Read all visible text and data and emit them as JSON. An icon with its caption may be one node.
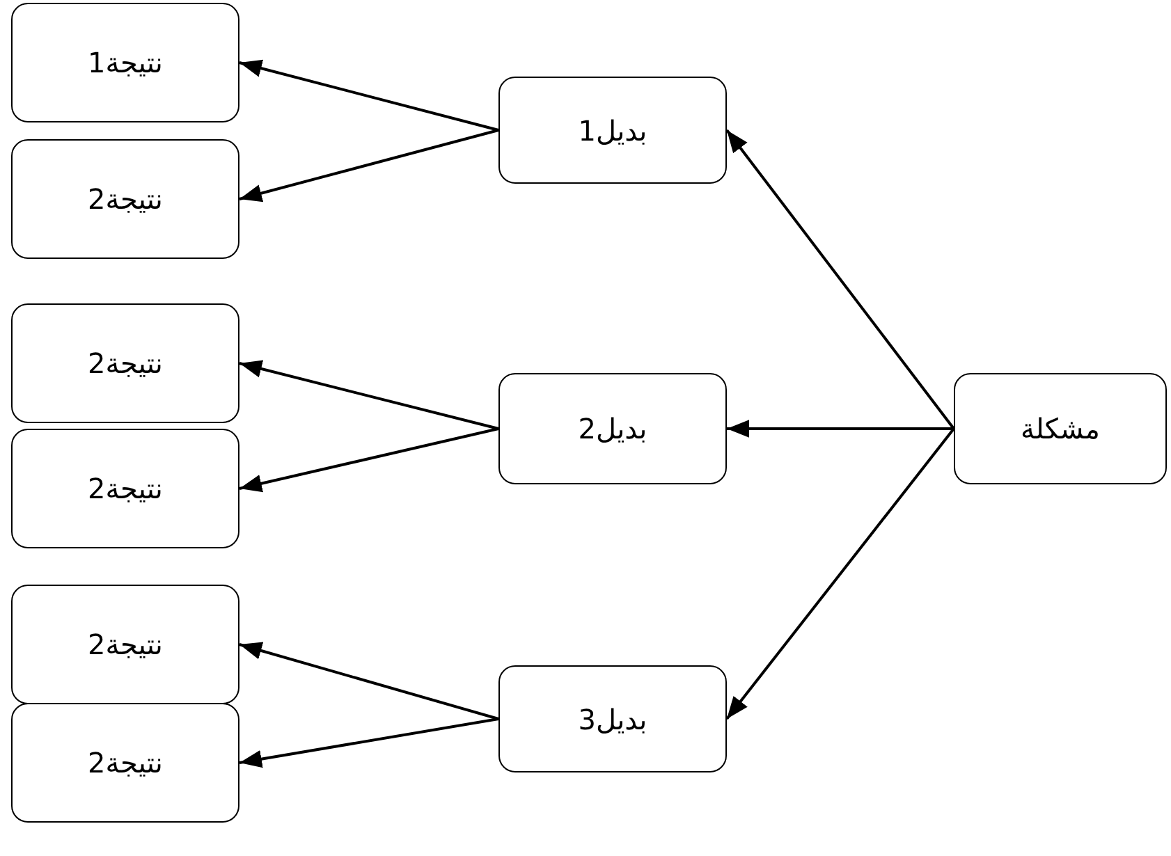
{
  "diagram": {
    "nodes": [
      {
        "text": [
          "نتيجة1"
        ]
      },
      {
        "text": [
          "نتيجة2"
        ]
      },
      {
        "text": [
          "بديل1"
        ]
      },
      {
        "text": [
          "نتيجة2"
        ]
      },
      {
        "text": [
          "بديل2"
        ]
      },
      {
        "text": [
          "مشكلة"
        ]
      },
      {
        "text": [
          "نتيجة2"
        ]
      },
      {
        "text": [
          "نتيجة2"
        ]
      },
      {
        "text": [
          "بديل3"
        ]
      },
      {
        "text": [
          "نتيجة2"
        ]
      }
    ],
    "edges": [
      {
        "from": 5,
        "to": 2,
        "arrow": "to"
      },
      {
        "from": 5,
        "to": 4,
        "arrow": "to"
      },
      {
        "from": 5,
        "to": 8,
        "arrow": "to"
      },
      {
        "from": 2,
        "to": 0,
        "arrow": "to"
      },
      {
        "from": 2,
        "to": 1,
        "arrow": "to"
      },
      {
        "from": 4,
        "to": 3,
        "arrow": "to"
      },
      {
        "from": 4,
        "to": 6,
        "arrow": "to"
      },
      {
        "from": 8,
        "to": 7,
        "arrow": "to"
      },
      {
        "from": 8,
        "to": 9,
        "arrow": "to"
      }
    ]
  }
}
